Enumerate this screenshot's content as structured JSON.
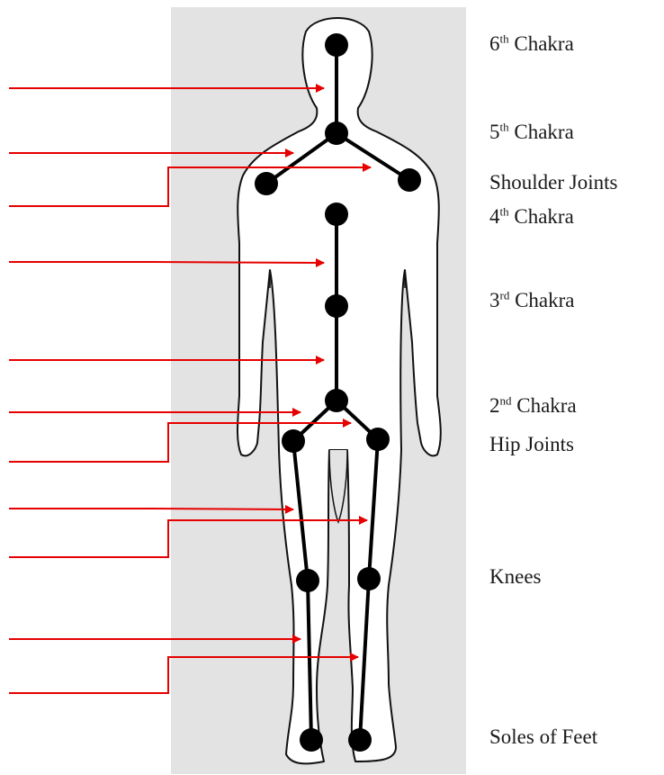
{
  "colors": {
    "panel": "#e3e3e3",
    "body_fill": "#ffffff",
    "outline": "#111111",
    "skeleton": "#000000",
    "arrow": "#e60000",
    "label_text": "#1a1a1a"
  },
  "labels": {
    "chakra6": {
      "num": "6",
      "sup": "th",
      "text": " Chakra"
    },
    "chakra5": {
      "num": "5",
      "sup": "th",
      "text": " Chakra"
    },
    "shoulder": {
      "text": "Shoulder Joints"
    },
    "chakra4": {
      "num": "4",
      "sup": "th",
      "text": " Chakra"
    },
    "chakra3": {
      "num": "3",
      "sup": "rd",
      "text": " Chakra"
    },
    "chakra2": {
      "num": "2",
      "sup": "nd",
      "text": " Chakra"
    },
    "hip": {
      "text": "Hip Joints"
    },
    "knees": {
      "text": "Knees"
    },
    "soles": {
      "text": "Soles of Feet"
    }
  }
}
